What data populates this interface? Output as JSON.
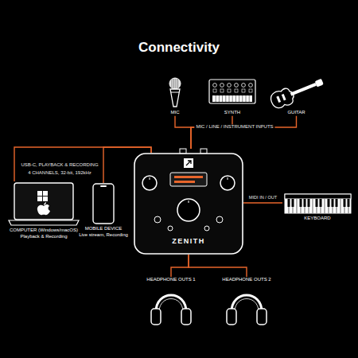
{
  "diagram": {
    "title": "Connectivity",
    "nodes": [
      {
        "text": [
          "MIC"
        ]
      },
      {
        "text": [
          "SYNTH"
        ]
      },
      {
        "text": [
          "GUITAR"
        ]
      },
      {
        "text": [
          "COMPUTER (Windows/macOS)",
          "Playback & Recording"
        ]
      },
      {
        "text": [
          "MOBILE DEVICE",
          "Live stream, Recording"
        ]
      },
      {
        "text": [
          "ZENITH"
        ]
      },
      {
        "text": [
          "KEYBOARD"
        ]
      },
      {
        "text": [
          "HEADPHONE OUTS 1"
        ]
      },
      {
        "text": [
          "HEADPHONE OUTS 2"
        ]
      }
    ],
    "edges": [
      {
        "from": 0,
        "to": 5,
        "arrow": "none"
      },
      {
        "from": 1,
        "to": 5,
        "arrow": "none"
      },
      {
        "from": 2,
        "to": 5,
        "arrow": "none"
      },
      {
        "from": 3,
        "to": 5,
        "arrow": "none"
      },
      {
        "from": 4,
        "to": 5,
        "arrow": "none"
      },
      {
        "from": 5,
        "to": 6,
        "label": "MIDI IN / OUT",
        "arrow": "none"
      },
      {
        "from": 5,
        "to": 7,
        "arrow": "none"
      },
      {
        "from": 5,
        "to": 8,
        "arrow": "none"
      }
    ],
    "labels": [
      "MIC / LINE / INSTRUMENT INPUTS",
      "USB-C, PLAYBACK & RECORDING",
      "4 CHANNELS, 32-bit, 192kHz"
    ]
  }
}
